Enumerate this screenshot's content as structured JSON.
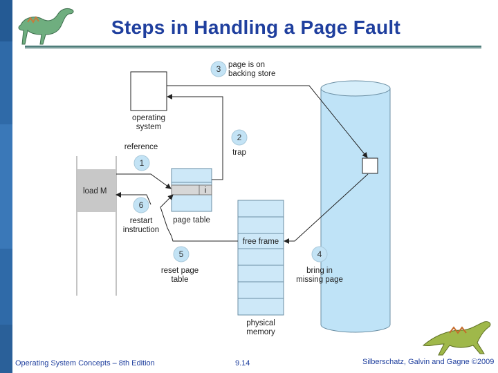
{
  "slide": {
    "title": "Steps in Handling a Page Fault",
    "footer_left": "Operating System Concepts – 8th Edition",
    "footer_mid": "9.14",
    "footer_right": "Silberschatz, Galvin and Gagne ©2009"
  },
  "diagram": {
    "os_label": [
      "operating",
      "system"
    ],
    "reference_label": "reference",
    "trap_label": "trap",
    "backing_store_label": [
      "page is on",
      "backing store"
    ],
    "load_label": "load M",
    "page_table_entry_flag": "i",
    "page_table_label": "page table",
    "restart_label": [
      "restart",
      "instruction"
    ],
    "reset_label": [
      "reset page",
      "table"
    ],
    "free_frame_label": "free frame",
    "bring_label": [
      "bring in",
      "missing page"
    ],
    "physical_memory_label": [
      "physical",
      "memory"
    ],
    "steps": [
      "1",
      "2",
      "3",
      "4",
      "5",
      "6"
    ]
  },
  "colors": {
    "title": "#1f3f9e",
    "sidebar": "#2f6aa8",
    "disk_fill": "#bfe3f7",
    "memory_fill": "#cde8f8",
    "step_circle": "#c3e3f5",
    "program_box": "#c8c8c8"
  },
  "icons": [
    "dinosaur-logo-icon",
    "dinosaur-corner-icon"
  ]
}
